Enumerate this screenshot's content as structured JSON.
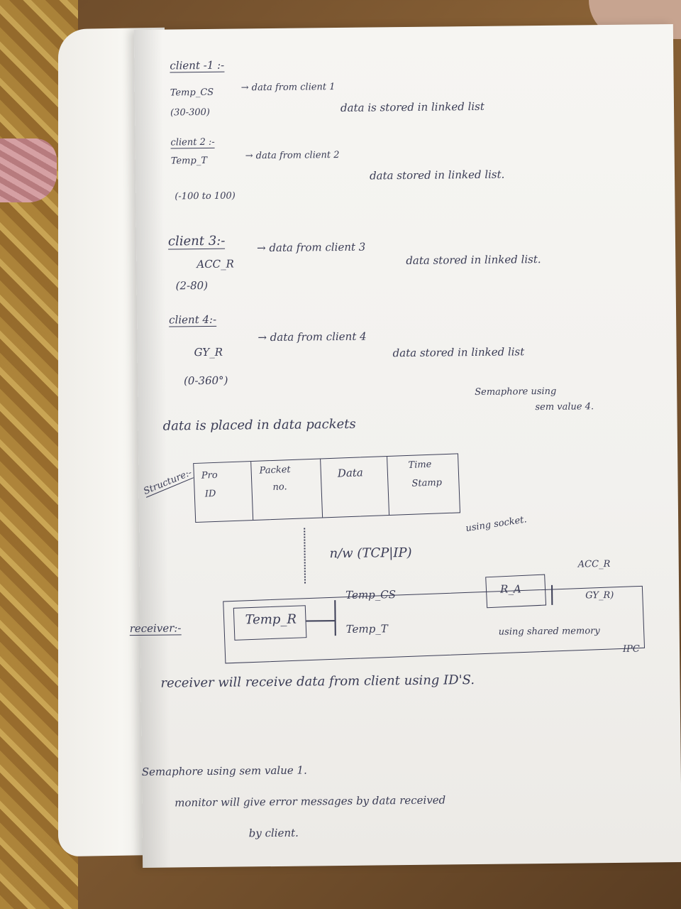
{
  "client1": {
    "heading": "client -1 :-",
    "sensor": "Temp_CS",
    "arrow": "→ data from client 1",
    "range": "(30-300)",
    "stored": "data is stored in linked list"
  },
  "client2": {
    "heading": "client 2 :-",
    "sensor": "Temp_T",
    "arrow": "→ data from client 2",
    "range": "(-100 to 100)",
    "stored": "data stored in linked list."
  },
  "client3": {
    "heading": "client 3:-",
    "sensor": "ACC_R",
    "arrow": "→ data from client 3",
    "range": "(2-80)",
    "stored": "data stored in linked list."
  },
  "client4": {
    "heading": "client 4:-",
    "sensor": "GY_R",
    "arrow": "→ data from client 4",
    "range": "(0-360°)",
    "stored": "data stored in linked list"
  },
  "packets": {
    "text": "data is placed in data packets",
    "semaphore1": "Semaphore using",
    "semaphore2": "sem value 4."
  },
  "structure": {
    "label": "Structure:-",
    "cells": [
      {
        "l1": "Pro",
        "l2": "ID"
      },
      {
        "l1": "Packet",
        "l2": "no."
      },
      {
        "l1": "Data",
        "l2": ""
      },
      {
        "l1": "Time",
        "l2": "Stamp"
      }
    ]
  },
  "network": {
    "label": "n/w (TCP|IP)",
    "socket": "using socket."
  },
  "receiver": {
    "label": "receiver:-",
    "temp_r": "Temp_R",
    "temp_cs": "Temp_CS",
    "temp_t": "Temp_T",
    "r_a": "R_A",
    "acc_r": "ACC_R",
    "gy_r": "GY_R)",
    "shared1": "using shared memory",
    "ipc": "IPC"
  },
  "notes": {
    "receive": "receiver will receive data from client using ID'S.",
    "semaphore": "Semaphore using sem value 1.",
    "monitor1": "monitor will give error messages by data received",
    "monitor2": "by client."
  }
}
